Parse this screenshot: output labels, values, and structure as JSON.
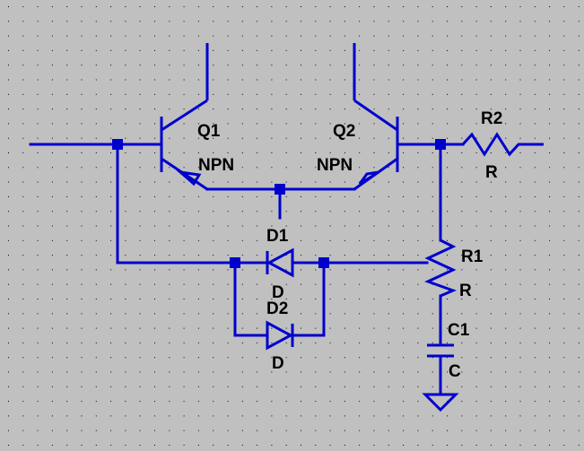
{
  "background_color": "#c0c0c0",
  "wire_color": "#0000cc",
  "label_color": "#000000",
  "grid": true,
  "components": {
    "q1": {
      "designator": "Q1",
      "value": "NPN",
      "kind": "npn-transistor"
    },
    "q2": {
      "designator": "Q2",
      "value": "NPN",
      "kind": "npn-transistor"
    },
    "r1": {
      "designator": "R1",
      "value": "R",
      "kind": "resistor"
    },
    "r2": {
      "designator": "R2",
      "value": "R",
      "kind": "resistor"
    },
    "d1": {
      "designator": "D1",
      "value": "D",
      "kind": "diode"
    },
    "d2": {
      "designator": "D2",
      "value": "D",
      "kind": "diode"
    },
    "c1": {
      "designator": "C1",
      "value": "C",
      "kind": "capacitor"
    },
    "gnd": {
      "kind": "ground-symbol"
    }
  }
}
